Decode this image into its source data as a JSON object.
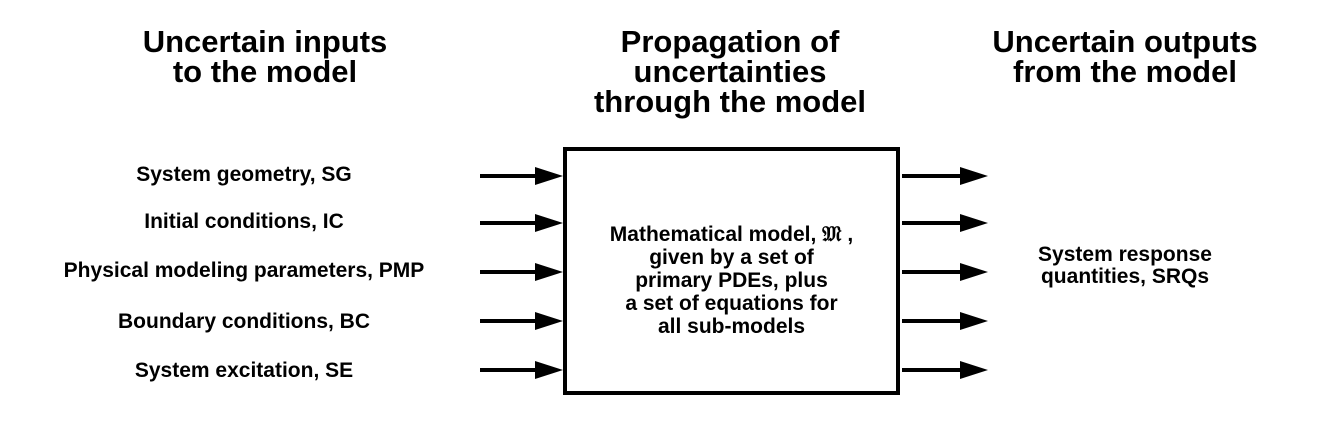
{
  "headings": {
    "inputs": "Uncertain inputs\nto the model",
    "propagation": "Propagation of\nuncertainties\nthrough the model",
    "outputs": "Uncertain outputs\nfrom the model"
  },
  "inputs": [
    "System geometry, SG",
    "Initial conditions, IC",
    "Physical modeling parameters, PMP",
    "Boundary conditions, BC",
    "System excitation, SE"
  ],
  "model": {
    "text": "Mathematical model, 𝔐 ,\ngiven by a set of\nprimary PDEs, plus\na set of equations for\nall sub-models"
  },
  "output": {
    "text": "System response\nquantities, SRQs"
  }
}
